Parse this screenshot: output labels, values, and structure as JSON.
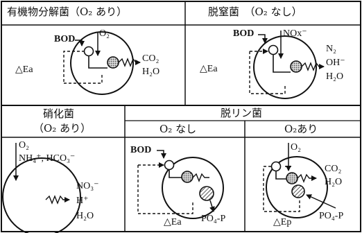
{
  "headers": {
    "cell1": "有機物分解菌（O₂ あり）",
    "cell2": "脱窒菌　（O₂ なし）",
    "cell3_line1": "硝化菌",
    "cell3_line2": "（O₂ あり）",
    "cell4": "脱リン菌",
    "cell4_sub_left": "O₂ なし",
    "cell4_sub_right": "O₂あり"
  },
  "panel1": {
    "bod": "BOD",
    "o2": "O₂",
    "delta": "△Ea",
    "out1": "CO₂",
    "out2": "H₂O"
  },
  "panel2": {
    "bod": "BOD",
    "nox": "NOx⁻",
    "delta": "△Ea",
    "out1": "N₂",
    "out2": "OH⁻",
    "out3": "H₂O"
  },
  "panel3": {
    "in1": "O₂",
    "in2": "NH₄⁺, HCO₃⁻",
    "out1": "NO₃⁻",
    "out2": "H⁺",
    "out3": "H₂O"
  },
  "panel4": {
    "bod": "BOD",
    "delta": "△Ea",
    "out": "PO₄-P"
  },
  "panel5": {
    "o2": "O₂",
    "out1": "CO₂",
    "out2": "H₂O",
    "out3": "PO₄-P",
    "delta": "△Ep"
  },
  "colors": {
    "line": "#111111",
    "fill_dot": "#bdbdbd"
  }
}
